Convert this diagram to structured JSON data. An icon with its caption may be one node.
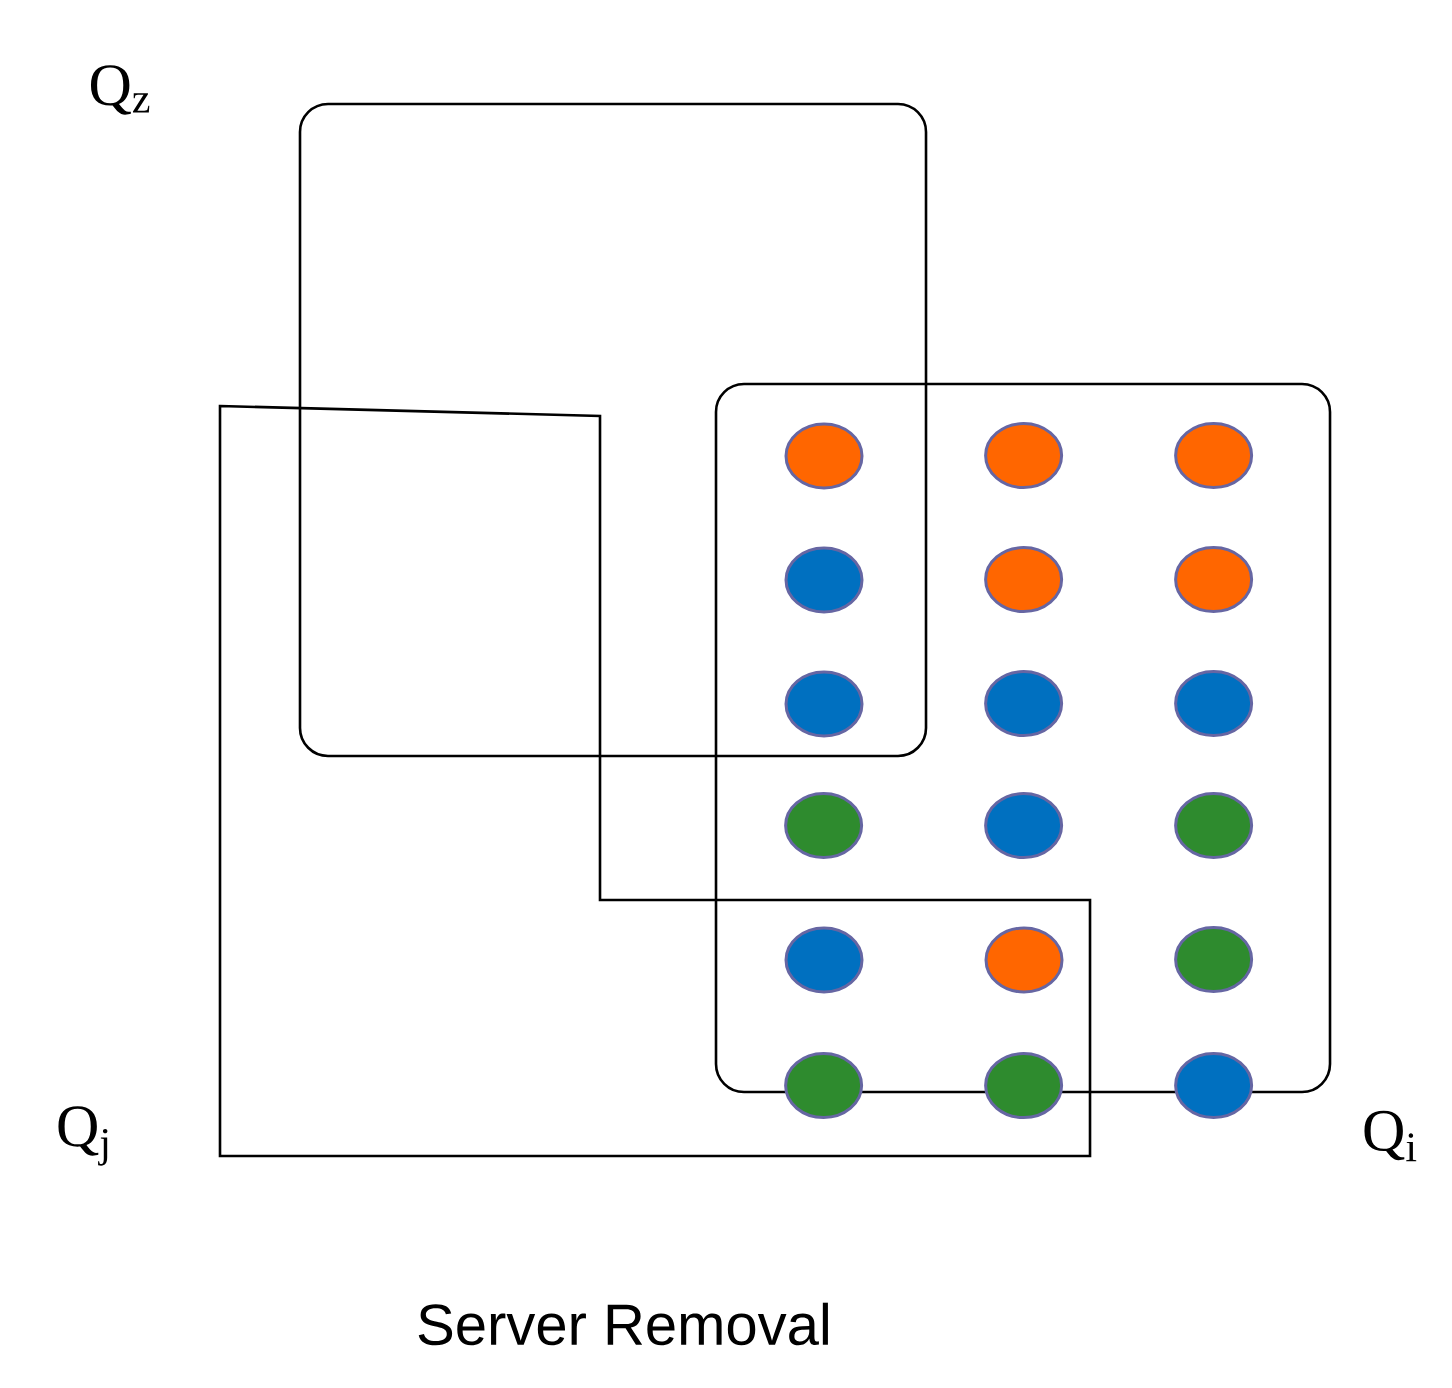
{
  "diagram": {
    "caption": "Server Removal",
    "nodes": [
      {
        "text": [],
        "shape": "box",
        "beside": [
          "Q$_{z}$"
        ]
      },
      {
        "text": [],
        "shape": "box",
        "beside": [
          "Q$_{j}$"
        ]
      },
      {
        "text": [],
        "shape": "box",
        "beside": [
          "Q$_{i}$"
        ]
      },
      {
        "text": [],
        "shape": "circle"
      },
      {
        "text": [],
        "shape": "circle",
        "in": 2
      },
      {
        "text": [],
        "shape": "circle",
        "in": 2
      },
      {
        "text": [],
        "shape": "circle"
      },
      {
        "text": [],
        "shape": "circle",
        "in": 2
      },
      {
        "text": [],
        "shape": "circle",
        "in": 2
      },
      {
        "text": [],
        "shape": "circle"
      },
      {
        "text": [],
        "shape": "circle",
        "in": 2
      },
      {
        "text": [],
        "shape": "circle",
        "in": 2
      },
      {
        "text": [],
        "shape": "circle",
        "in": 2
      },
      {
        "text": [],
        "shape": "circle",
        "in": 2
      },
      {
        "text": [],
        "shape": "circle",
        "in": 2
      },
      {
        "text": [],
        "shape": "circle"
      },
      {
        "text": [],
        "shape": "circle"
      },
      {
        "text": [],
        "shape": "circle",
        "in": 2
      },
      {
        "text": [],
        "shape": "circle",
        "in": 1
      },
      {
        "text": [],
        "shape": "circle",
        "in": 1
      },
      {
        "text": [],
        "shape": "circle",
        "in": 2
      }
    ]
  }
}
